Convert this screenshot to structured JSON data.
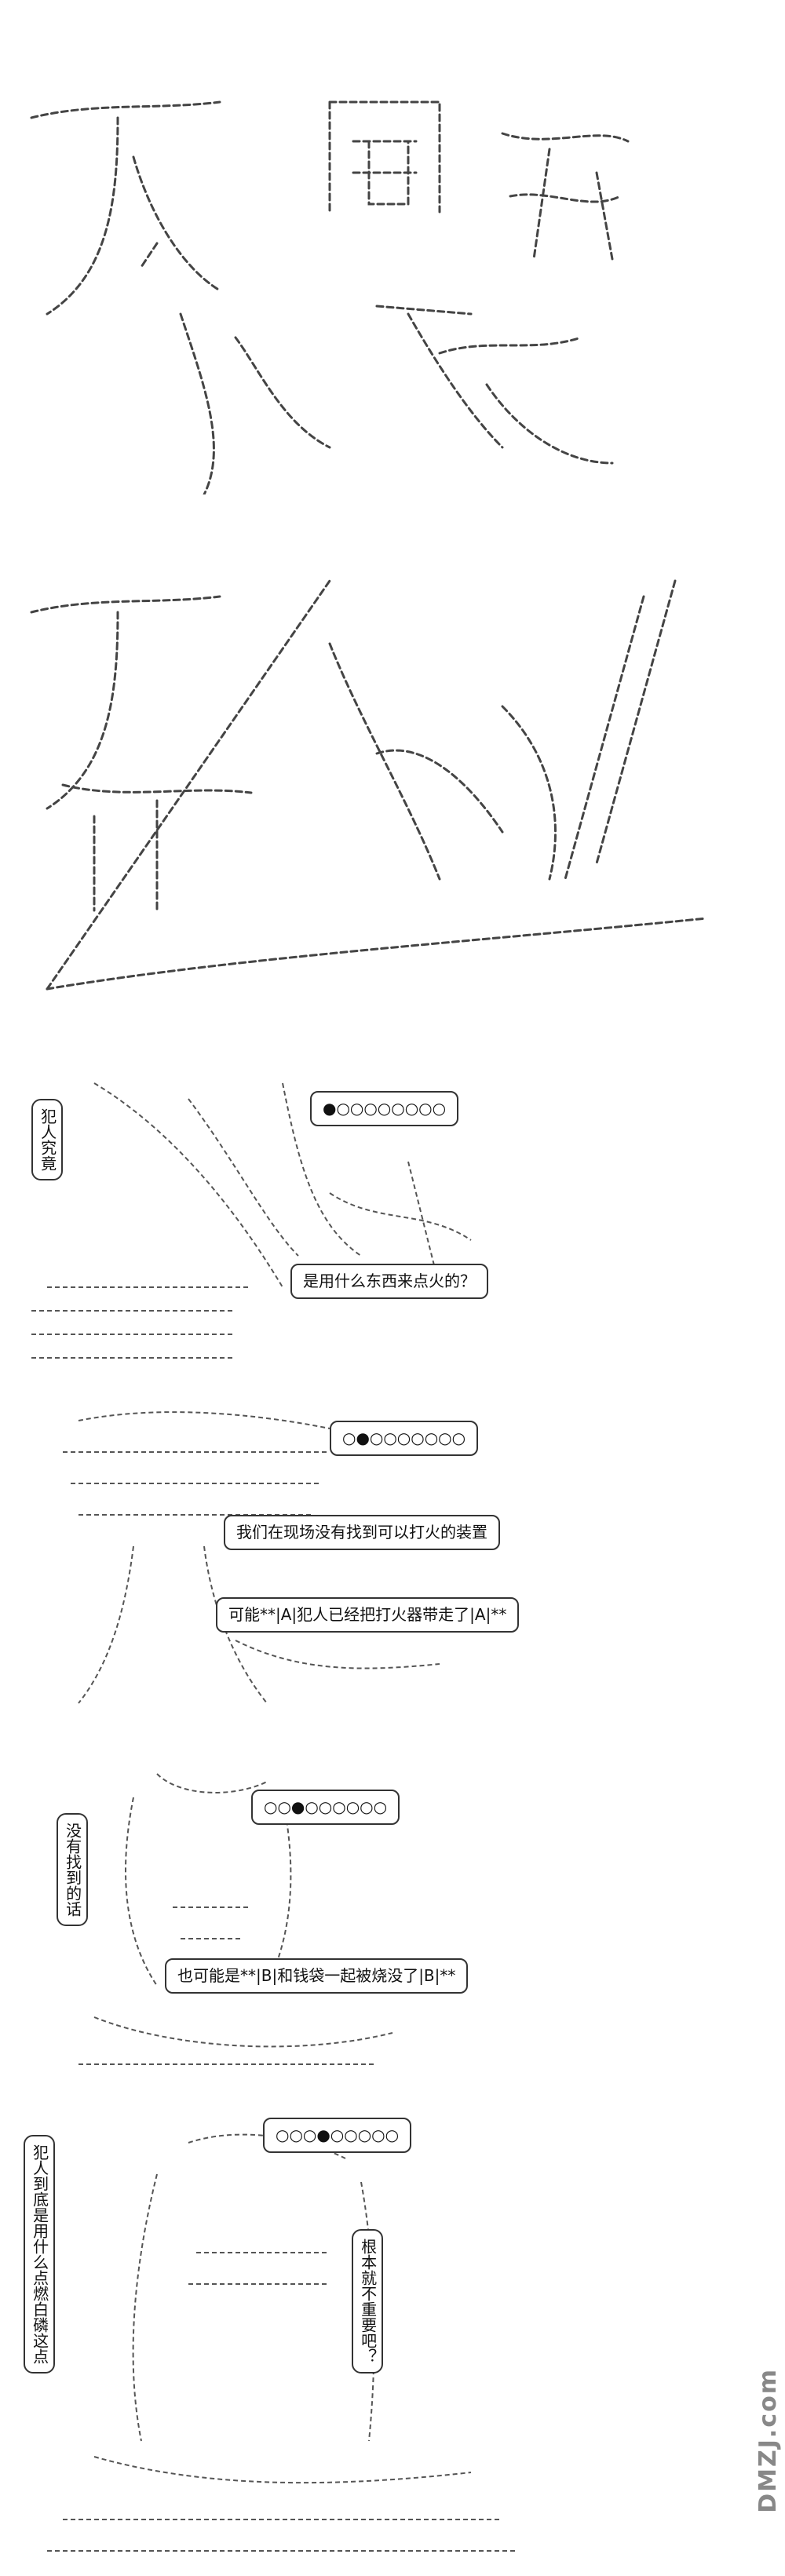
{
  "panels": [
    {
      "id": "title-1"
    },
    {
      "id": "title-2"
    },
    {
      "id": "scene-3",
      "vertical_note": "犯人究竟",
      "bubbles": [
        "●○○○○○○○○",
        "是用什么东西来点火的？"
      ]
    },
    {
      "id": "scene-4",
      "bubbles": [
        "○●○○○○○○○",
        "我们在现场没有找到可以打火的装置",
        "可能**|A|犯人已经把打火器带走了|A|**"
      ]
    },
    {
      "id": "scene-5",
      "vertical_note": "没有找到的话",
      "bubbles": [
        "○○●○○○○○○",
        "也可能是**|B|和钱袋一起被烧没了|B|**"
      ]
    },
    {
      "id": "scene-6",
      "vertical_note": "犯人到底是用什么点燃白磷这点",
      "side_note": "根本就不重要吧？",
      "bubbles": [
        "○○○●○○○○○"
      ]
    }
  ],
  "watermark": "DMZJ.com"
}
